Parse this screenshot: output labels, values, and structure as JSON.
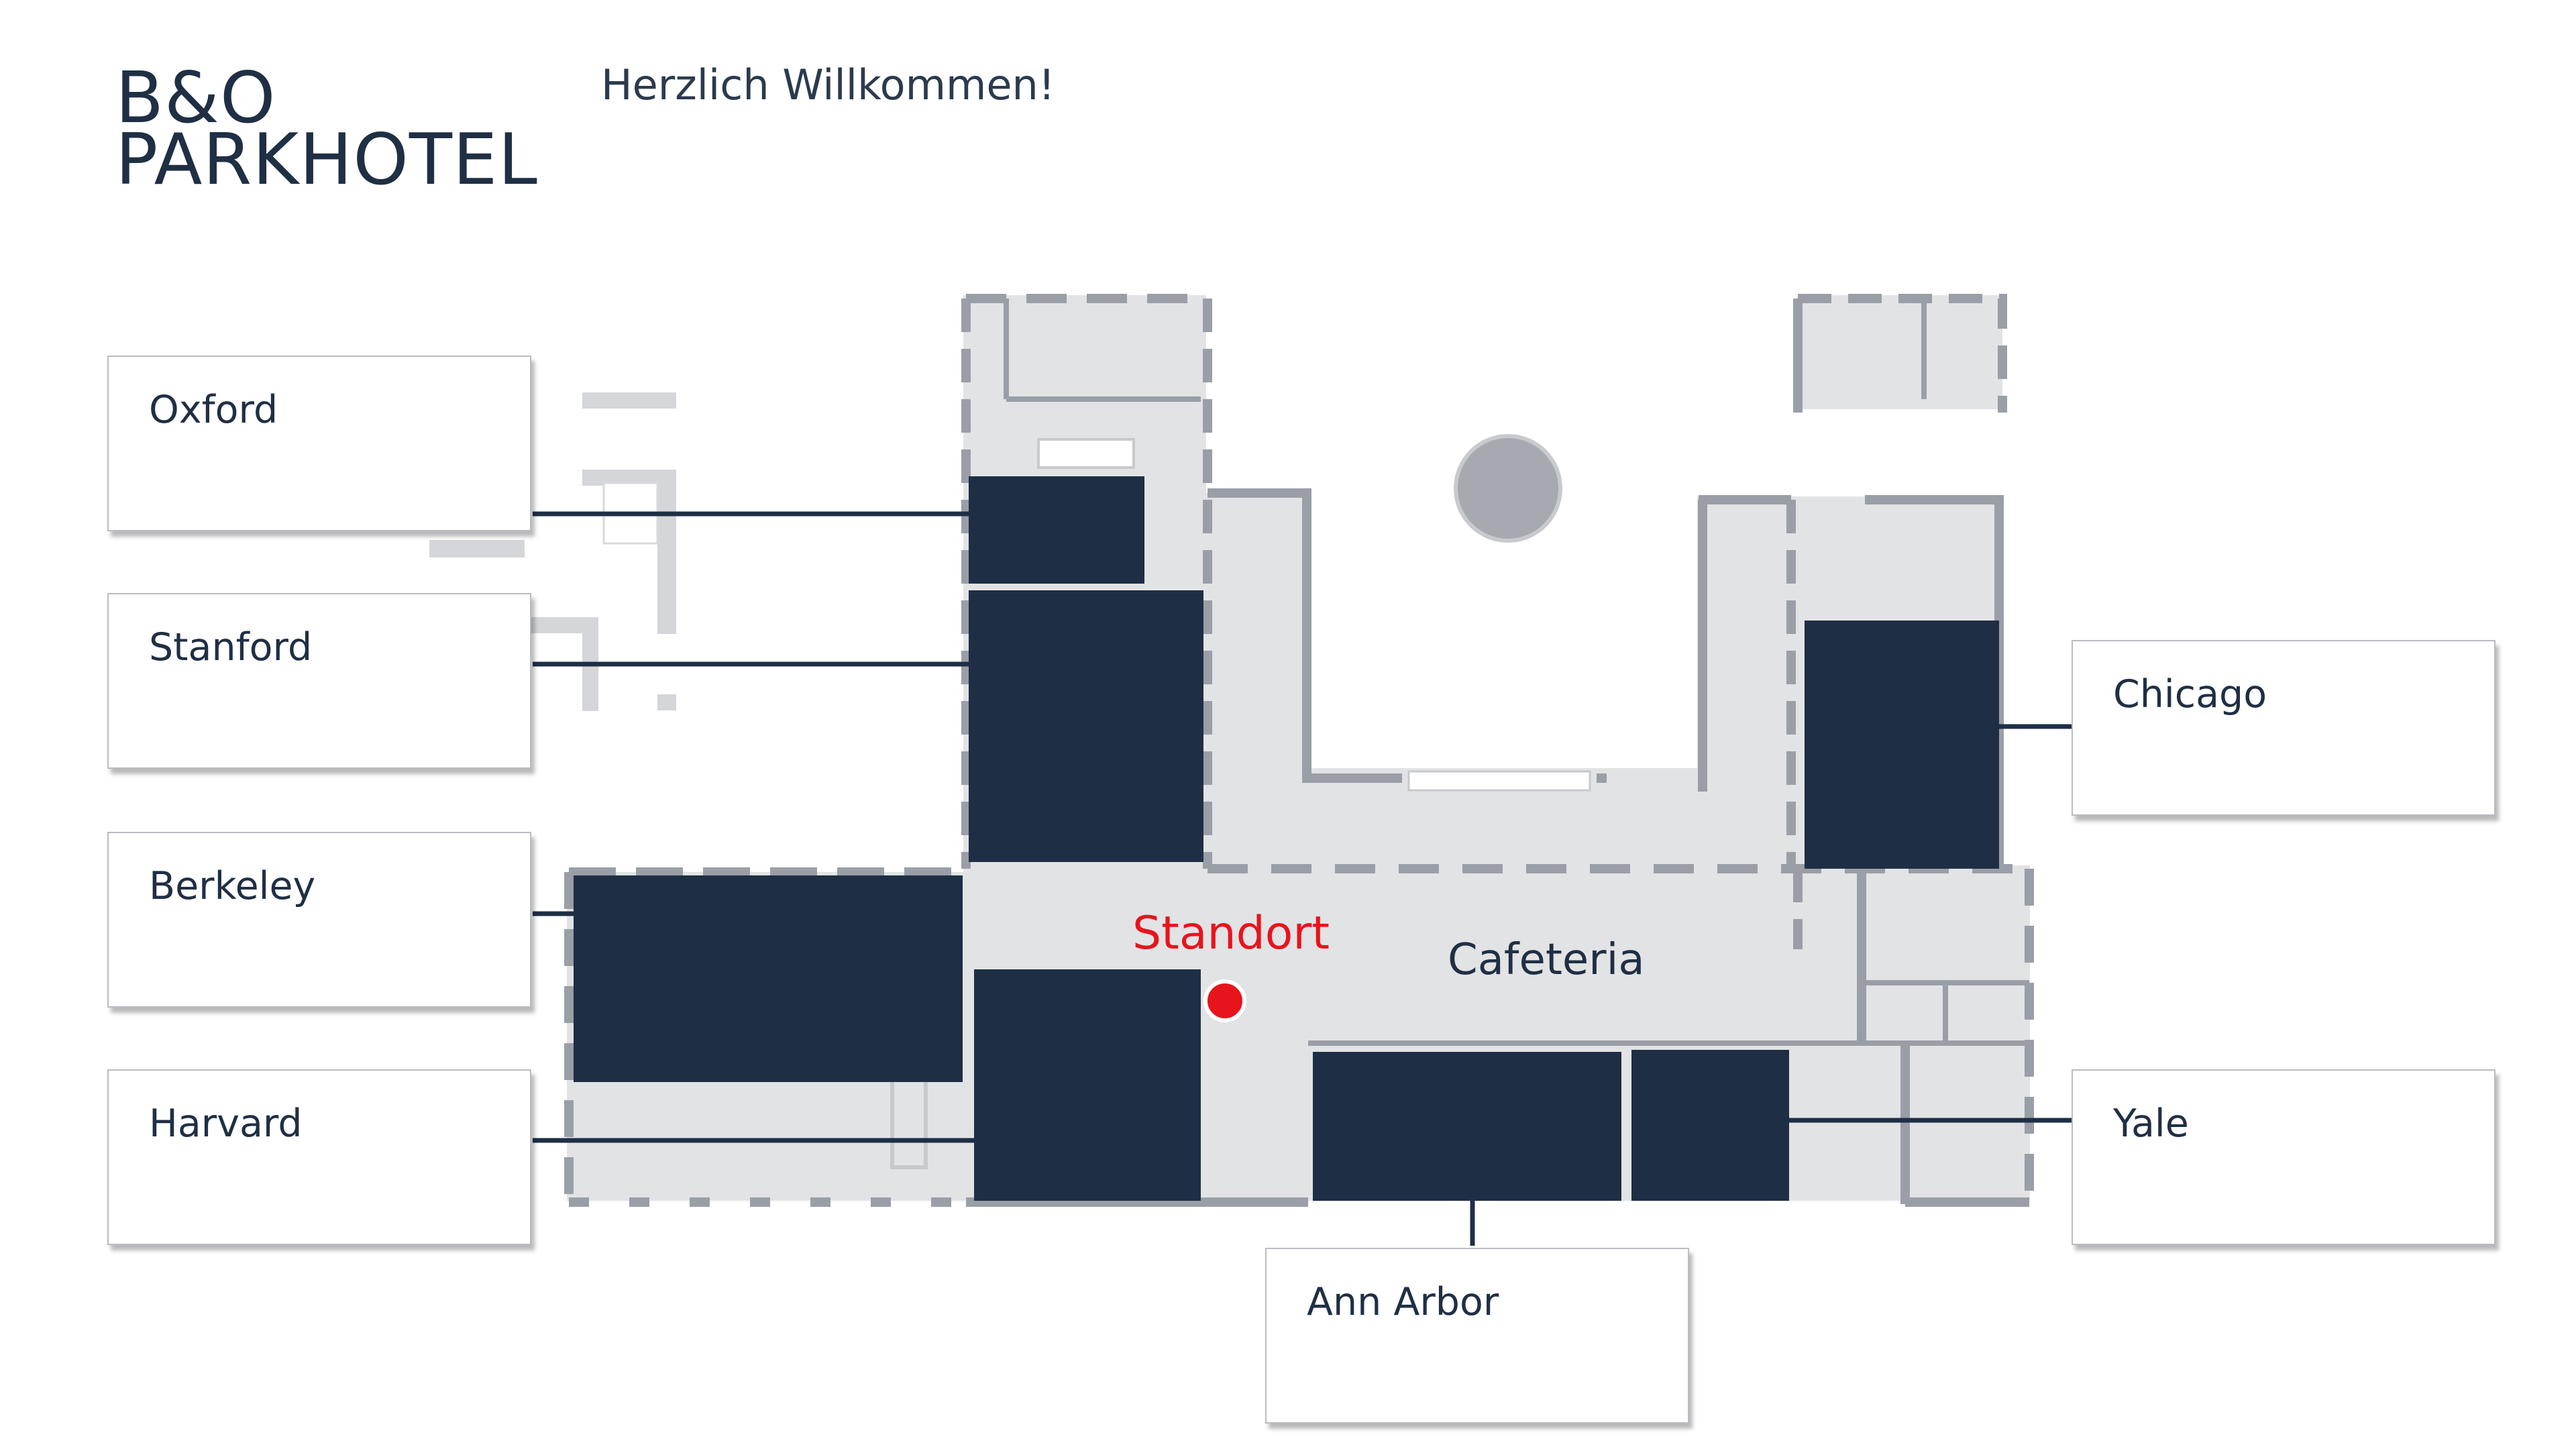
{
  "header": {
    "logo_line1": "B&O",
    "logo_line2": "PARKHOTEL",
    "welcome": "Herzlich Willkommen!"
  },
  "map": {
    "you_are_here_label": "Standort",
    "cafeteria_label": "Cafeteria"
  },
  "rooms": [
    {
      "id": "oxford",
      "name": "Oxford"
    },
    {
      "id": "stanford",
      "name": "Stanford"
    },
    {
      "id": "berkeley",
      "name": "Berkeley"
    },
    {
      "id": "harvard",
      "name": "Harvard"
    },
    {
      "id": "chicago",
      "name": "Chicago"
    },
    {
      "id": "yale",
      "name": "Yale"
    },
    {
      "id": "ann-arbor",
      "name": "Ann Arbor"
    }
  ],
  "colors": {
    "room_fill": "#1e2f45",
    "floor_fill": "#e2e3e5",
    "wall": "#9a9ea6",
    "marker": "#e8141c",
    "brand": "#1f2f44"
  }
}
